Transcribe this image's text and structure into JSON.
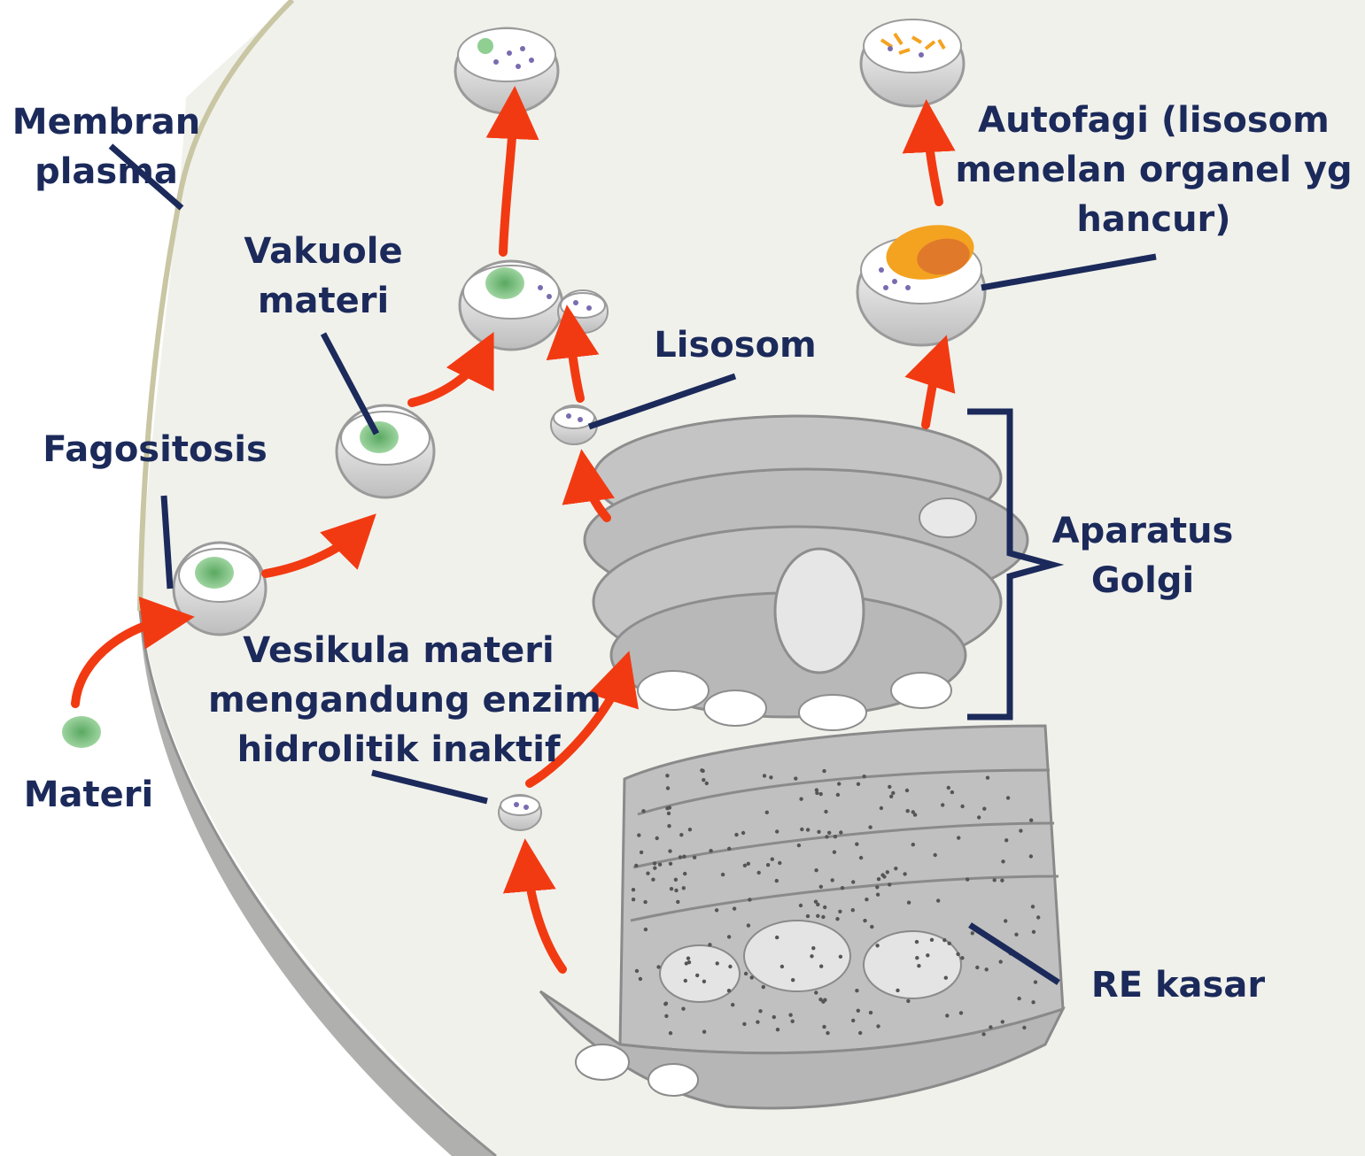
{
  "labels": {
    "membran_plasma": [
      "Membran",
      "plasma"
    ],
    "vakuole_materi": [
      "Vakuole",
      "materi"
    ],
    "fagositosis": "Fagositosis",
    "materi": "Materi",
    "lisosom": "Lisosom",
    "autofagi": [
      "Autofagi (lisosom",
      "menelan organel yg",
      "hancur)"
    ],
    "aparatus_golgi": [
      "Aparatus",
      "Golgi"
    ],
    "vesikula_materi": [
      "Vesikula materi",
      "mengandung enzim",
      "hidrolitik inaktif"
    ],
    "re_kasar": "RE kasar"
  },
  "colors": {
    "arrow": "#f23a12",
    "leader_line": "#1b2a5a",
    "label_text": "#1b2a5a",
    "organelle_gray": "#b5b5b5",
    "cytoplasm": "#eeeeea",
    "material_green": "#6fbf73",
    "enzyme_purple": "#7a6bb0",
    "organelle_orange": "#f4a320"
  }
}
